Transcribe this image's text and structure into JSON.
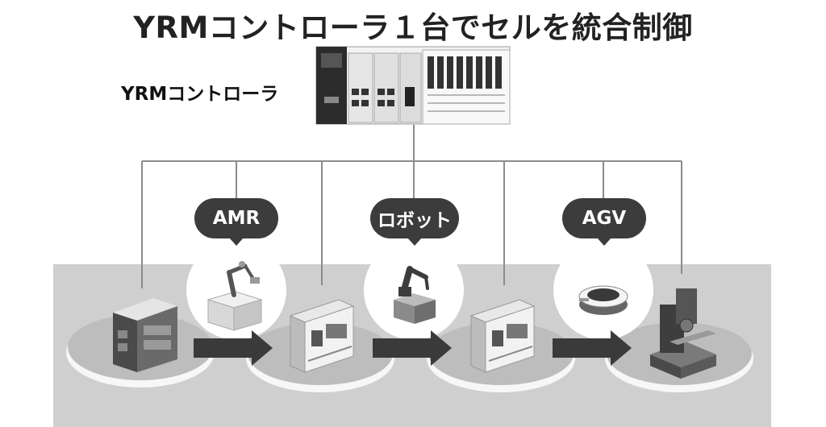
{
  "title": "YRMコントローラ１台でセルを統合制御",
  "controller": {
    "label": "YRMコントローラ"
  },
  "devices": [
    {
      "label": "AMR"
    },
    {
      "label": "ロボット"
    },
    {
      "label": "AGV"
    }
  ],
  "colors": {
    "floor": "#cfcfcf",
    "bubble": "#3c3c3c",
    "line": "#8c8c8c",
    "arrow": "#3a3a3a"
  }
}
